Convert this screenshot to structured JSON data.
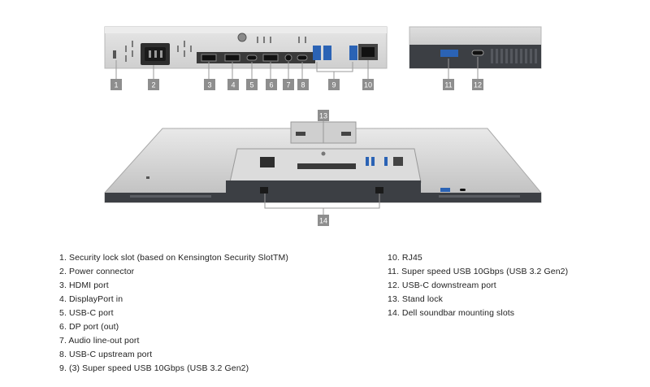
{
  "callout_numbers": [
    "1",
    "2",
    "3",
    "4",
    "5",
    "6",
    "7",
    "8",
    "9",
    "10",
    "11",
    "12",
    "13",
    "14"
  ],
  "legend_left": [
    "1. Security lock slot (based on Kensington Security SlotTM)",
    "2. Power connector",
    "3. HDMI port",
    "4. DisplayPort in",
    "5. USB-C port",
    "6. DP port (out)",
    "7. Audio line-out port",
    "8. USB-C upstream port",
    "9. (3) Super speed USB 10Gbps (USB 3.2 Gen2)"
  ],
  "legend_right": [
    "10. RJ45",
    "11. Super speed USB 10Gbps (USB 3.2 Gen2)",
    "12. USB-C downstream port",
    "13. Stand lock",
    "14. Dell soundbar mounting slots"
  ],
  "colors": {
    "panel_light": "#dcdcdc",
    "panel_mid": "#c6c6c6",
    "panel_dark": "#3c3f44",
    "callout_box": "#8e8e8e",
    "usb_blue": "#2b63b5",
    "leader_line": "#9a9a9a"
  }
}
